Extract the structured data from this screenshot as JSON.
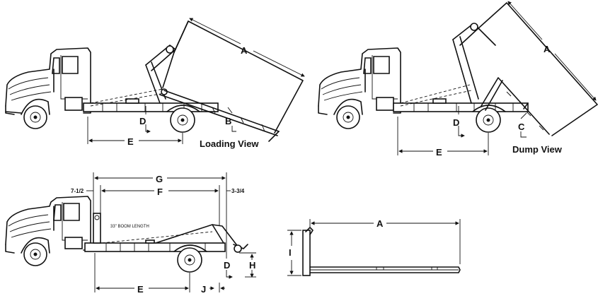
{
  "loading_view": {
    "title": "Loading View",
    "labels": {
      "A": "A",
      "B": "B",
      "D": "D",
      "E": "E"
    }
  },
  "dump_view": {
    "title": "Dump View",
    "labels": {
      "A": "A",
      "C": "C",
      "D": "D",
      "E": "E"
    }
  },
  "side_view": {
    "labels": {
      "G": "G",
      "F": "F",
      "D": "D",
      "H": "H",
      "E": "E",
      "J": "J"
    },
    "offset_left": "7-1/2",
    "offset_right": "3-3/4",
    "boom_text": "33\" BOOM LENGTH"
  },
  "container_view": {
    "labels": {
      "A": "A",
      "I": "I"
    }
  }
}
